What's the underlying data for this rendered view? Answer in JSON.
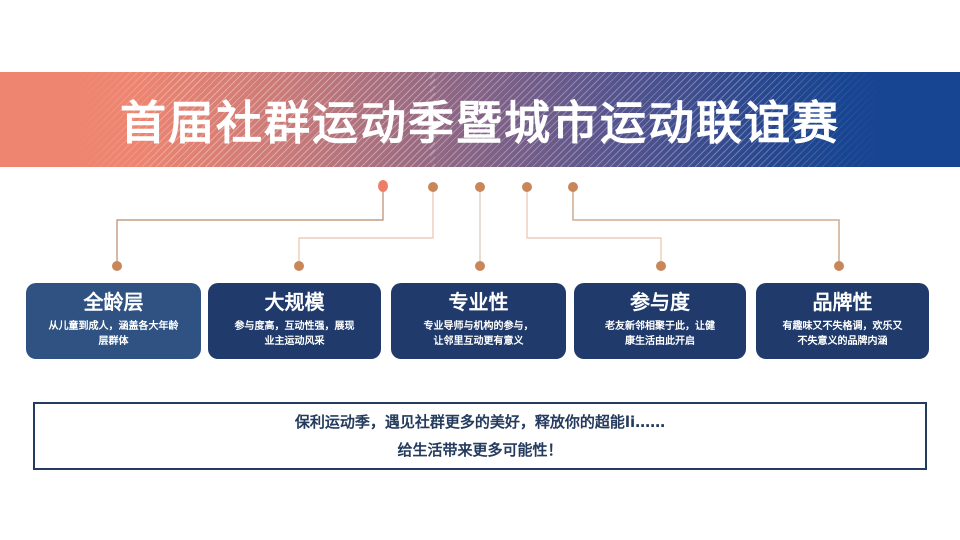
{
  "banner": {
    "title": "首届社群运动季暨城市运动联谊赛",
    "gradient_left": "#ee8570",
    "gradient_right": "#184592"
  },
  "connectors": {
    "line_color": "#c8906a",
    "dot_color": "#c8875a",
    "highlight_dot_color": "#ee7d65"
  },
  "features": [
    {
      "title": "全龄层",
      "desc_line1": "从儿童到成人，涵盖各大年龄",
      "desc_line2": "层群体"
    },
    {
      "title": "大规模",
      "desc_line1": "参与度高，互动性强，展现",
      "desc_line2": "业主运动风采"
    },
    {
      "title": "专业性",
      "desc_line1": "专业导师与机构的参与，",
      "desc_line2": "让邻里互动更有意义"
    },
    {
      "title": "参与度",
      "desc_line1": "老友新邻相聚于此，让健",
      "desc_line2": "康生活由此开启"
    },
    {
      "title": "品牌性",
      "desc_line1": "有趣味又不失格调，欢乐又",
      "desc_line2": "不失意义的品牌内涵"
    }
  ],
  "footer": {
    "line1": "保利运动季，遇见社群更多的美好，释放你的超能li……",
    "line2": "给生活带来更多可能性！",
    "border_color": "#253b5e"
  }
}
